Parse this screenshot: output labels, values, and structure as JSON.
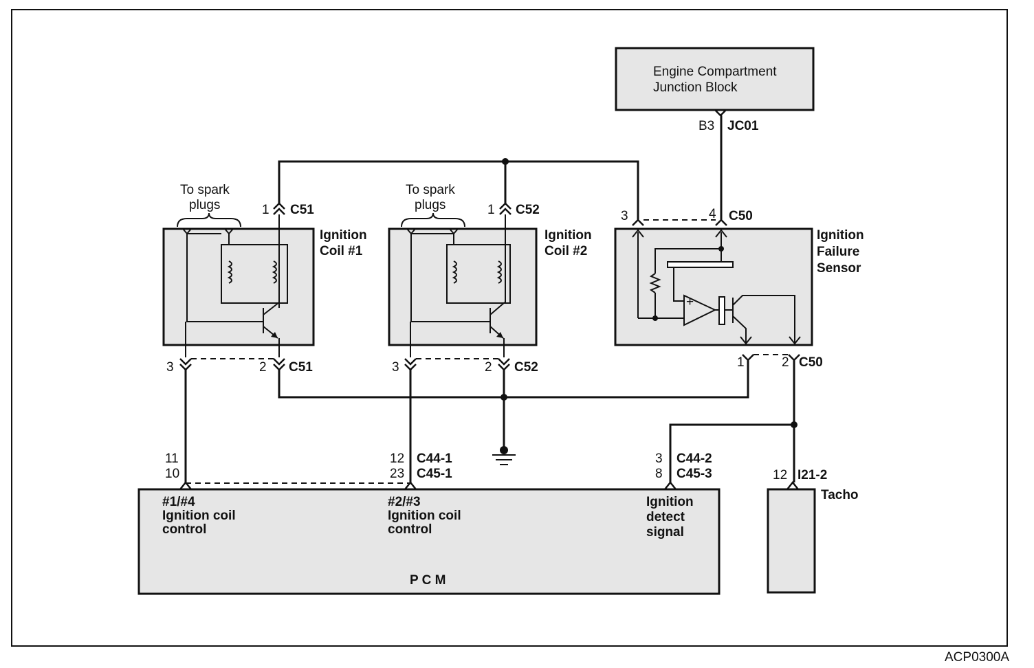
{
  "diagram_id": "ACP0300A",
  "components": {
    "junction_block": {
      "line1": "Engine Compartment",
      "line2": "Junction Block"
    },
    "coil1": {
      "line1": "Ignition",
      "line2": "Coil #1"
    },
    "coil2": {
      "line1": "Ignition",
      "line2": "Coil #2"
    },
    "sensor": {
      "line1": "Ignition",
      "line2": "Failure",
      "line3": "Sensor"
    },
    "pcm": {
      "name": "P C M"
    },
    "tacho": {
      "name": "Tacho"
    }
  },
  "spark_label": {
    "line1": "To spark",
    "line2": "plugs"
  },
  "connectors": {
    "b3": "B3",
    "jc01": "JC01",
    "c51": "C51",
    "c52": "C52",
    "c50": "C50",
    "c44_1": "C44-1",
    "c45_1": "C45-1",
    "c44_2": "C44-2",
    "c45_3": "C45-3",
    "i21_2": "I21-2"
  },
  "pins": {
    "p1": "1",
    "p2": "2",
    "p3": "3",
    "p4": "4",
    "p11": "11",
    "p10": "10",
    "p12": "12",
    "p23": "23",
    "p8": "8"
  },
  "pcm_labels": {
    "coil14": {
      "line1": "#1/#4",
      "line2": "Ignition coil",
      "line3": "control"
    },
    "coil23": {
      "line1": "#2/#3",
      "line2": "Ignition coil",
      "line3": "control"
    },
    "detect": {
      "line1": "Ignition",
      "line2": "detect",
      "line3": "signal"
    }
  }
}
